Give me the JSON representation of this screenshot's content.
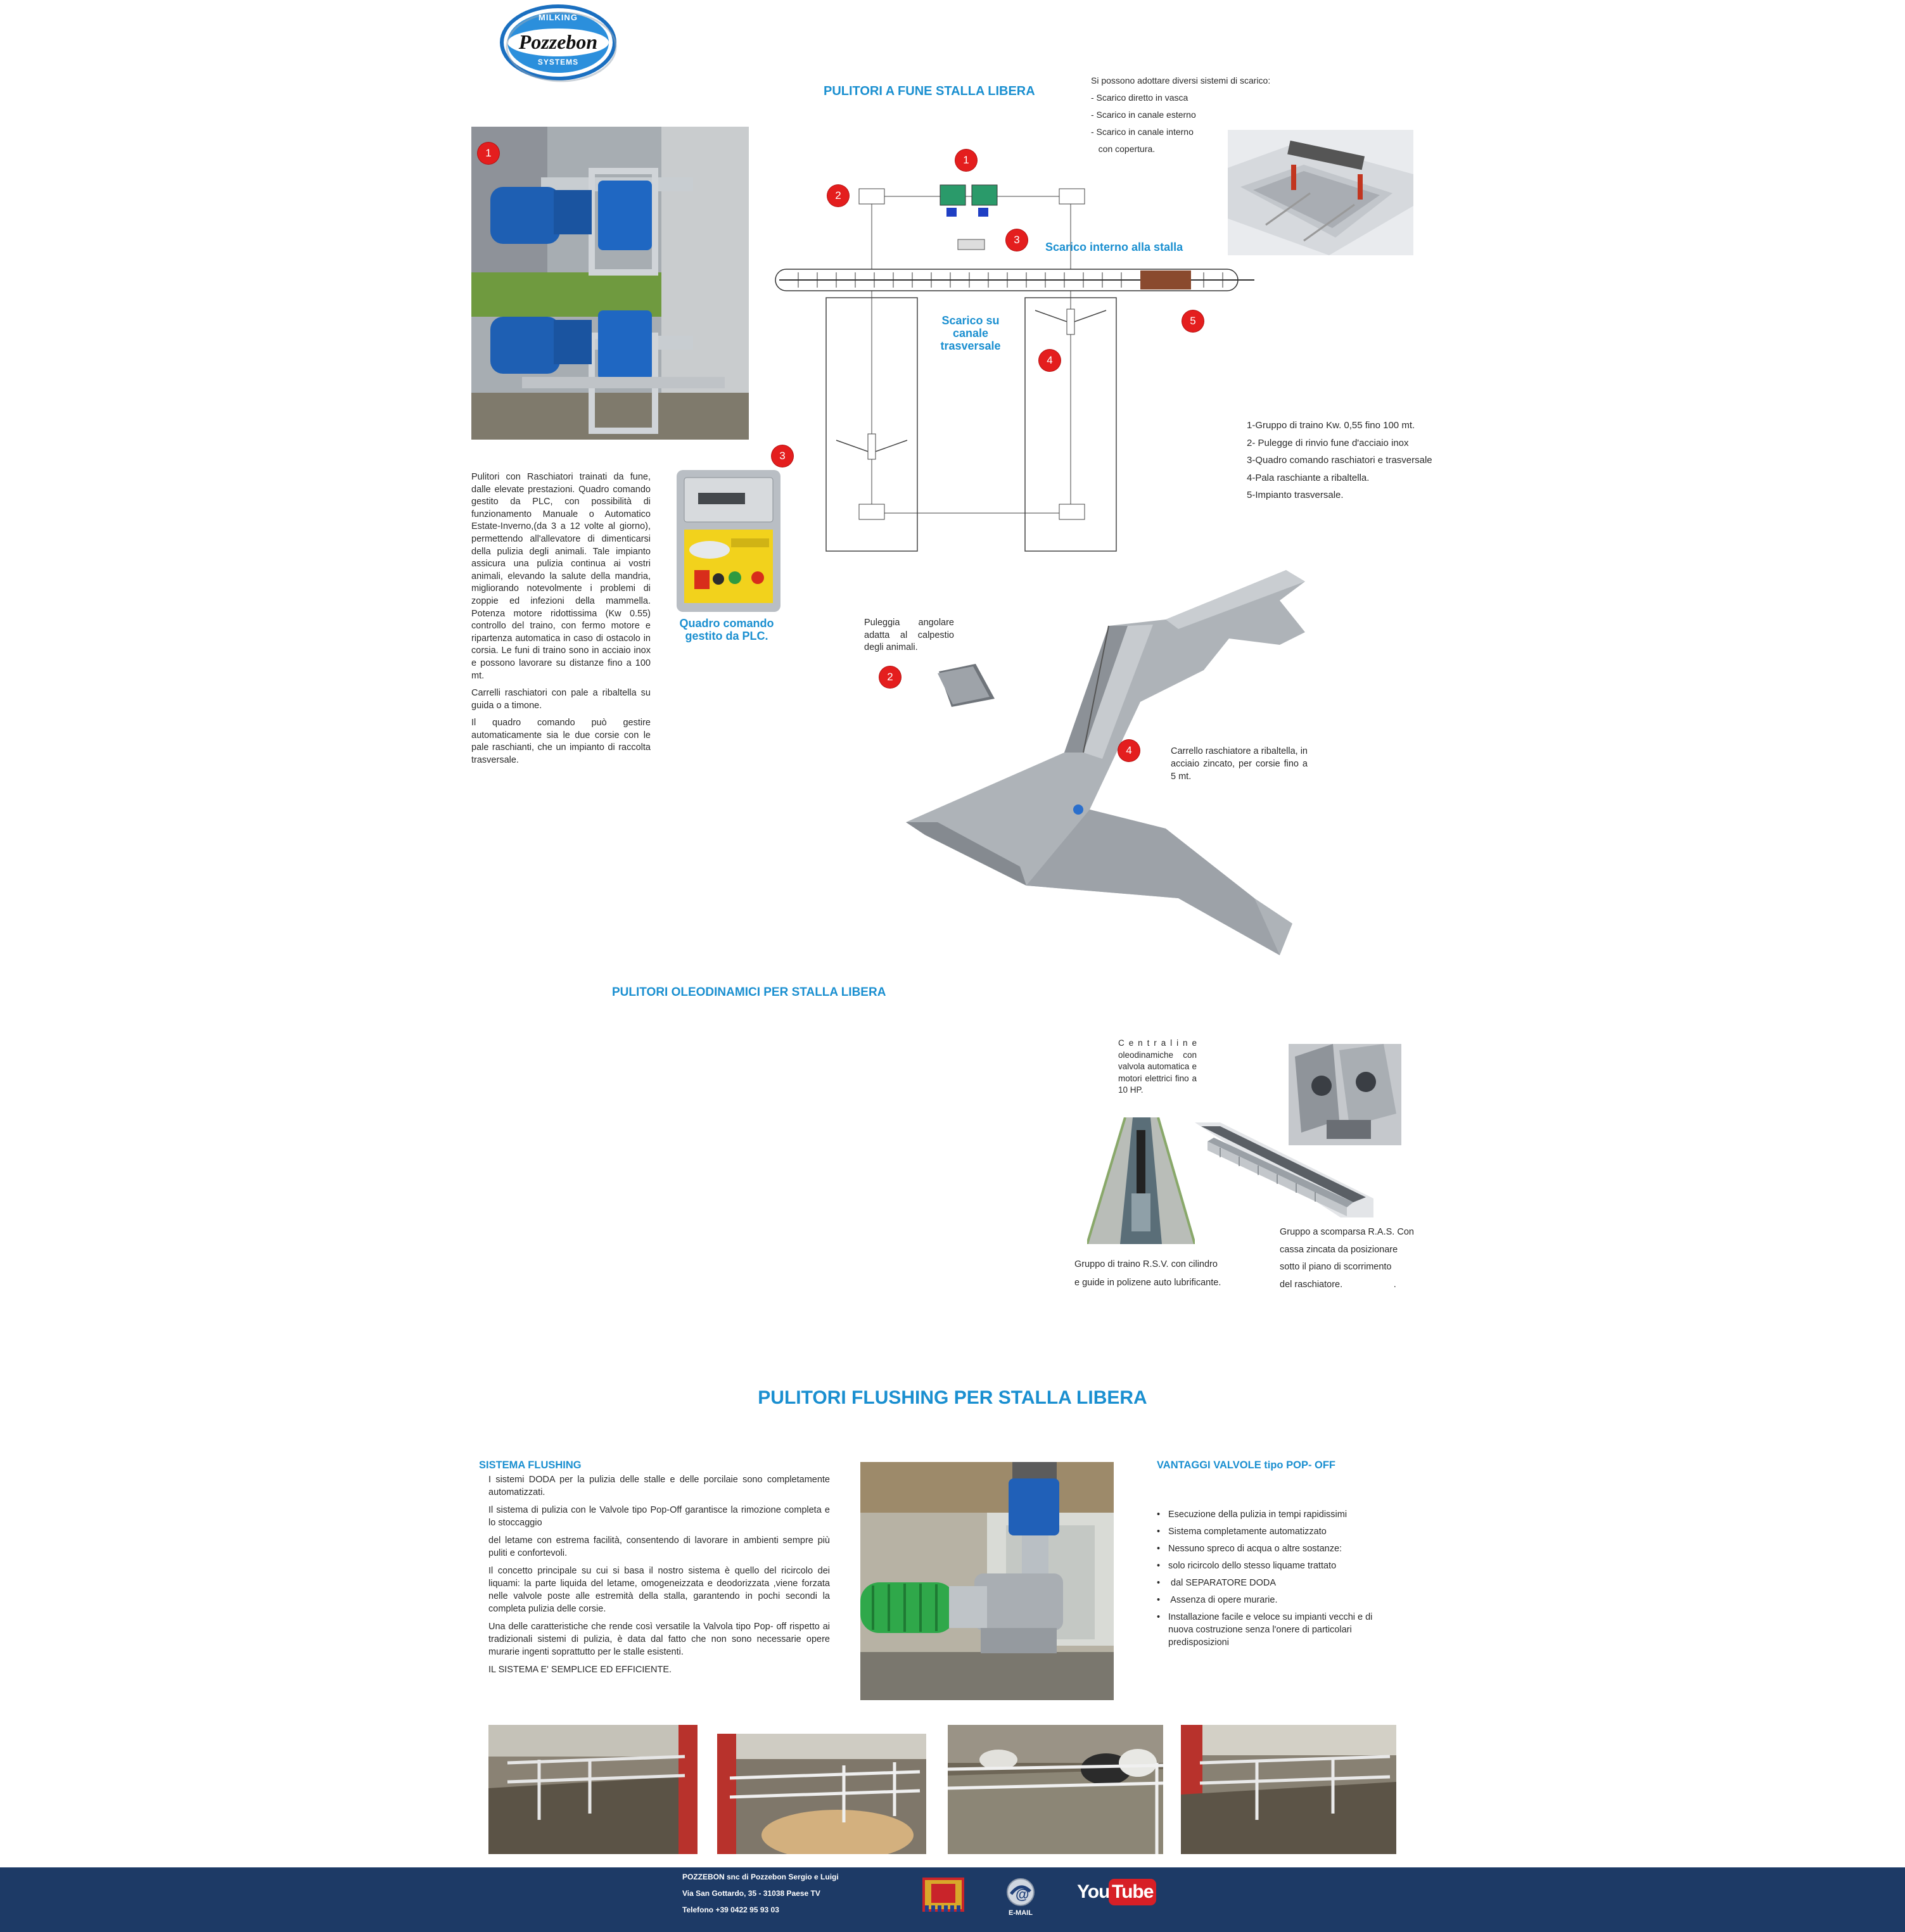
{
  "logo": {
    "top_text": "MILKING",
    "brand": "Pozzebon",
    "bottom_text": "SYSTEMS"
  },
  "section1": {
    "title": "PULITORI A FUNE STALLA LIBERA",
    "discharge_intro": "Si possono adottare diversi sistemi di scarico:",
    "discharge_options": [
      "-  Scarico diretto in vasca",
      "-  Scarico in canale esterno",
      "-  Scarico in canale interno",
      "   con copertura."
    ],
    "label_internal": "Scarico  interno alla  stalla",
    "label_transversal": "Scarico su canale trasversale",
    "legend": [
      "1-Gruppo di traino Kw. 0,55 fino 100 mt.",
      "2- Pulegge di rinvio fune d'acciaio inox",
      "3-Quadro comando raschiatori e trasversale",
      "4-Pala raschiante a ribaltella.",
      "5-Impianto  trasversale."
    ],
    "badges": {
      "one": "1",
      "two": "2",
      "three": "3",
      "four": "4",
      "five": "5"
    },
    "description": [
      "Pulitori con Raschiatori trainati da fune, dalle elevate prestazioni. Quadro comando gestito da PLC, con possibilità di funzionamento Manuale o Automatico Estate-Inverno,(da 3 a 12 volte al giorno), permettendo all'allevatore di dimenticarsi della pulizia degli animali. Tale impianto assicura una pulizia continua ai vostri animali, elevando la salute della mandria, migliorando notevolmente i problemi di zoppie ed infezioni della mammella. Potenza motore ridottissima (Kw 0.55) controllo del traino, con fermo motore e ripartenza automatica in caso di ostacolo in corsia. Le funi di traino sono in acciaio inox e possono lavorare su distanze fino a 100 mt.",
      "Carrelli raschiatori con pale a ribaltella su guida o a timone.",
      "Il quadro comando può gestire automaticamente sia le due corsie con le pale raschianti, che un impianto di raccolta trasversale."
    ],
    "plc_caption": "Quadro comando gestito da PLC.",
    "pulley_caption": "Puleggia angolare adatta al calpestio degli animali.",
    "cart_caption": "Carrello raschiatore a ribaltella, in acciaio zincato, per corsie fino a 5 mt."
  },
  "section2": {
    "title": "PULITORI OLEODINAMICI PER STALLA LIBERA",
    "centraline_caption": "C e n t r a l i n e oleodinamiche con valvola automatica e motori elettrici fino a 10 HP.",
    "ras_caption_lines": [
      "Gruppo a scomparsa R.A.S. Con",
      "cassa zincata da  posizionare",
      "sotto il piano di scorrimento",
      "del raschiatore.                    ."
    ],
    "rsv_caption_lines": [
      "Gruppo di traino  R.S.V.  con cilindro",
      "e guide in polizene auto lubrificante."
    ]
  },
  "section3": {
    "title": "PULITORI FLUSHING PER STALLA LIBERA",
    "left_heading": "SISTEMA FLUSHING",
    "left_paragraphs": [
      "I sistemi DODA per la pulizia delle stalle e delle porcilaie sono completamente automatizzati.",
      "Il sistema di pulizia con le Valvole tipo Pop-Off garantisce la rimozione completa e lo stoccaggio",
      "del letame con estrema facilità, consentendo di lavorare in ambienti sempre più puliti e confortevoli.",
      "Il concetto principale su cui si basa il nostro sistema è quello del ricircolo dei liquami: la parte liquida del letame, omogeneizzata e deodorizzata ,viene forzata nelle valvole poste alle estremità della stalla, garantendo in pochi secondi la completa pulizia delle corsie.",
      "Una delle caratteristiche che rende così versatile la Valvola tipo Pop- off rispetto ai tradizionali sistemi di pulizia, è data dal fatto che non sono necessarie opere murarie ingenti soprattutto per le stalle esistenti.",
      "IL SISTEMA E' SEMPLICE ED EFFICIENTE."
    ],
    "right_heading": "VANTAGGI VALVOLE tipo POP- OFF",
    "advantages": [
      "Esecuzione della pulizia in tempi rapidissimi",
      "Sistema completamente automatizzato",
      "Nessuno spreco di acqua o altre sostanze:",
      "solo ricircolo dello stesso liquame trattato",
      " dal SEPARATORE DODA",
      " Assenza di opere murarie.",
      "Installazione facile e veloce su impianti vecchi e di nuova costruzione senza l'onere di particolari predisposizioni"
    ]
  },
  "footer": {
    "company": "POZZEBON snc di Pozzebon Sergio e Luigi",
    "address": "Via San Gottardo, 35  -  31038 Paese TV",
    "phone": "Telefono  +39 0422 95 93 03",
    "email_label": "E-MAIL",
    "youtube_you": "You",
    "youtube_tube": "Tube"
  },
  "colors": {
    "accent": "#1a8fd0",
    "badge": "#e41e1e",
    "footer_bg": "#1d3a66"
  }
}
